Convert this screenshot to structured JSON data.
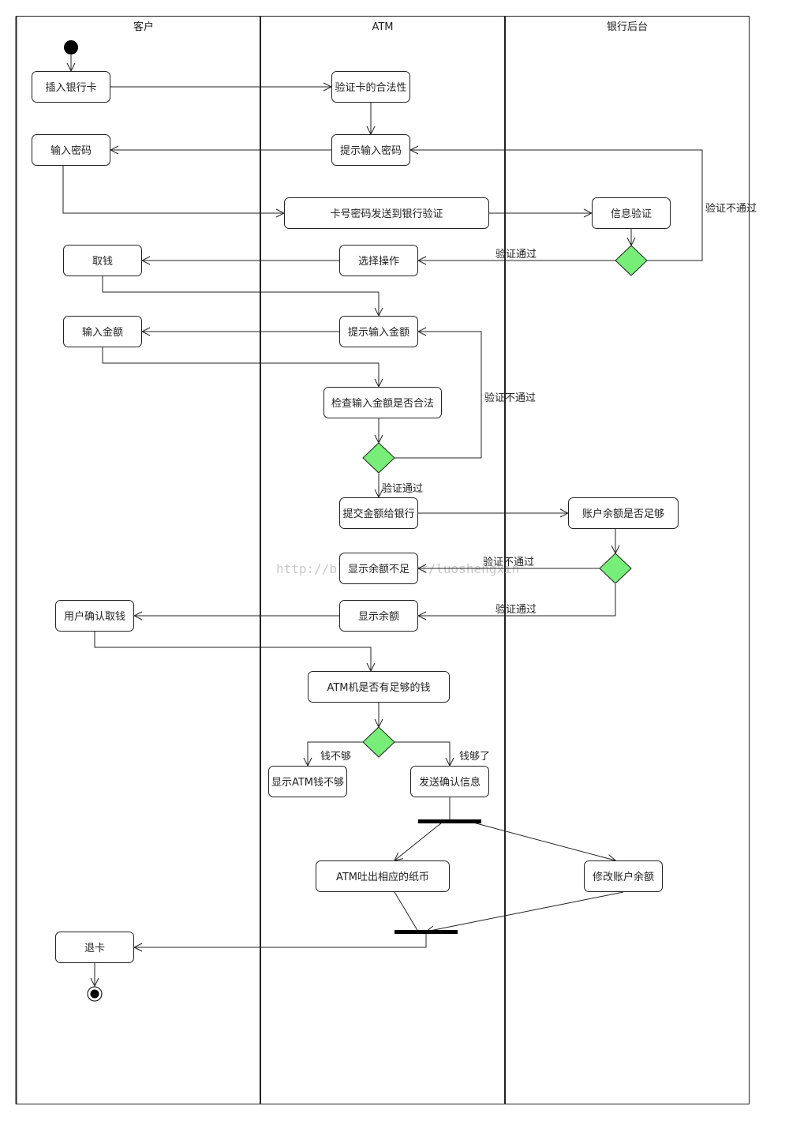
{
  "lanes": {
    "customer": "客户",
    "atm": "ATM",
    "bank": "银行后台"
  },
  "nodes": {
    "insert_card": "插入银行卡",
    "verify_card": "验证卡的合法性",
    "enter_pin": "输入密码",
    "prompt_pin": "提示输入密码",
    "send_to_bank": "卡号密码发送到银行验证",
    "info_verify": "信息验证",
    "withdraw": "取钱",
    "select_operation": "选择操作",
    "enter_amount": "输入金额",
    "prompt_amount": "提示输入金额",
    "check_amount": "检查输入金额是否合法",
    "submit_amount": "提交金额给银行",
    "balance_enough": "账户余额是否足够",
    "show_insufficient": "显示余额不足",
    "user_confirm": "用户确认取钱",
    "show_balance": "显示余额",
    "atm_has_money": "ATM机是否有足够的钱",
    "atm_no_money": "显示ATM钱不够",
    "send_confirm": "发送确认信息",
    "dispense": "ATM吐出相应的纸币",
    "update_balance": "修改账户余额",
    "eject_card": "退卡"
  },
  "labels": {
    "pin_fail": "验证不通过",
    "pin_pass": "验证通过",
    "amount_fail": "验证不通过",
    "amount_pass": "验证通过",
    "balance_fail": "验证不通过",
    "balance_pass": "验证通过",
    "money_not_enough": "钱不够",
    "money_enough": "钱够了"
  },
  "watermark": "http://blog.csdn.net/luoshengxin",
  "colors": {
    "decision": "#77ee77",
    "line": "#222222"
  }
}
